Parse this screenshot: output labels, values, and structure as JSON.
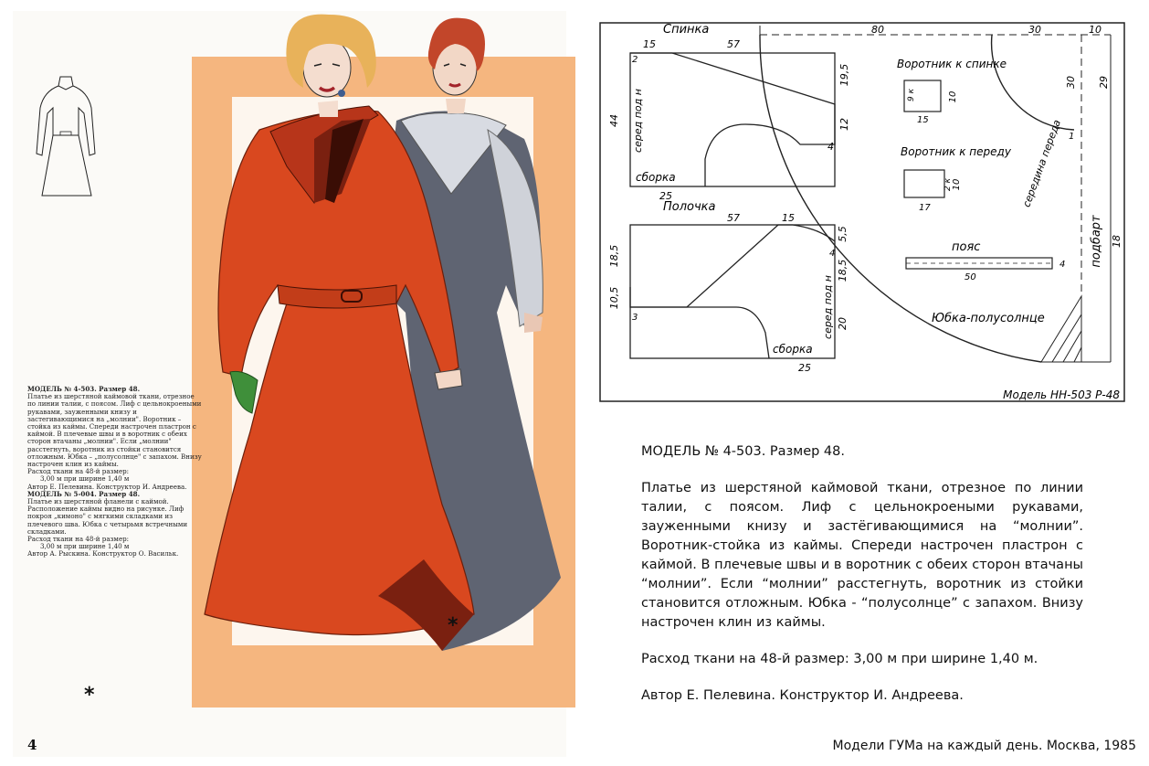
{
  "caption": {
    "model1_title": "МОДЕЛЬ № 4-503. Размер 48.",
    "model1_text": "Платье из шерстяной каймовой ткани, отрезное по линии талии, с поясом. Лиф с цельнокроеными рукавами, зауженными книзу и застегивающимися на „молнии\". Воротник – стойка из каймы. Спереди настрочен пластрон с каймой. В плечевые швы и в воротник с обеих сторон втачаны „молнии\". Если „молнии\" расстегнуть, воротник из стойки становится отложным. Юбка – „полусолнце\" с запахом. Внизу настрочен клин из каймы.",
    "model1_fabric": "Расход ткани на 48-й размер:",
    "model1_fabric_amount": "3,00 м при ширине 1,40 м",
    "model1_author": "Автор Е. Пелевина. Конструктор И. Андреева.",
    "model2_title": "МОДЕЛЬ № 5-004. Размер 48.",
    "model2_text": "Платье из шерстяной фланели с каймой. Расположение каймы видно на рисунке. Лиф покроя „кимоно\" с мягкими складками из плечевого шва. Юбка с четырьмя встречными складками.",
    "model2_fabric": "Расход ткани на 48-й размер:",
    "model2_fabric_amount": "3,00 м при ширине 1,40 м",
    "model2_author": "Автор А. Рыскина. Конструктор О. Васильк."
  },
  "asterisk": "*",
  "page_number": "4",
  "pattern": {
    "back_label": "Спинка",
    "front_label": "Полочка",
    "collar_back": "Воротник к спинке",
    "collar_front": "Воротник к переду",
    "belt_label": "пояс",
    "skirt_label": "Юбка-полусолнце",
    "hem_label": "подбарт",
    "center_front": "середина переда",
    "mid_back": "серед под н",
    "mid_front": "серед под н",
    "gather_back": "сборка",
    "gather_front": "сборка",
    "model_label": "Модель НН-503 Р-48",
    "dims": {
      "back_top_left": "15",
      "back_top_right": "57",
      "back_side": "44",
      "back_right_height": "19,5",
      "back_sleeve": "12",
      "back_bottom": "25",
      "back_sleeve_mark": "4",
      "back_corner": "2",
      "front_top": "57",
      "front_top_right": "15",
      "front_side_top": "18,5",
      "front_side_bottom": "10,5",
      "front_corner": "3",
      "front_sleeve_mark": "4",
      "front_right_top": "5,5",
      "front_right_mid": "18,5",
      "front_right_bottom": "20",
      "front_bottom": "25",
      "skirt_top_left": "80",
      "skirt_top_mid": "30",
      "skirt_top_right": "10",
      "skirt_side": "30",
      "skirt_right": "29",
      "skirt_width": "18",
      "skirt_mark": "1",
      "collar_back_w": "15",
      "collar_back_h": "10",
      "collar_back_tag": "9 к",
      "collar_front_w": "17",
      "collar_front_h": "10",
      "collar_front_tag": "2 к",
      "belt_w": "50",
      "belt_h": "4"
    }
  },
  "description": {
    "title": "МОДЕЛЬ № 4-503. Размер 48.",
    "body": "Платье из шерстяной каймовой ткани, отрезное по линии талии, с поясом. Лиф с цельнокроеными рукавами, зауженными книзу и застёгивающимися на “молнии”. Воротник-стойка из каймы. Спереди настрочен пластрон с каймой. В плечевые швы и в воротник с обеих сторон втачаны “молнии”. Если “молнии” расстегнуть, воротник из стойки становится отложным. Юбка - “полусолнце” с запахом. Внизу настрочен клин из каймы.",
    "fabric": "Расход ткани на 48-й размер: 3,00 м при ширине 1,40 м.",
    "author": "Автор Е. Пелевина. Конструктор И. Андреева."
  },
  "source": "Модели ГУМа на каждый день. Москва, 1985",
  "colors": {
    "dress_red": "#d9481f",
    "dress_gray": "#5f6472",
    "frame_orange": "#f5b67f",
    "hair_blonde": "#e8b25a",
    "hair_red": "#c2462a",
    "glove_green": "#3f8f3a"
  }
}
